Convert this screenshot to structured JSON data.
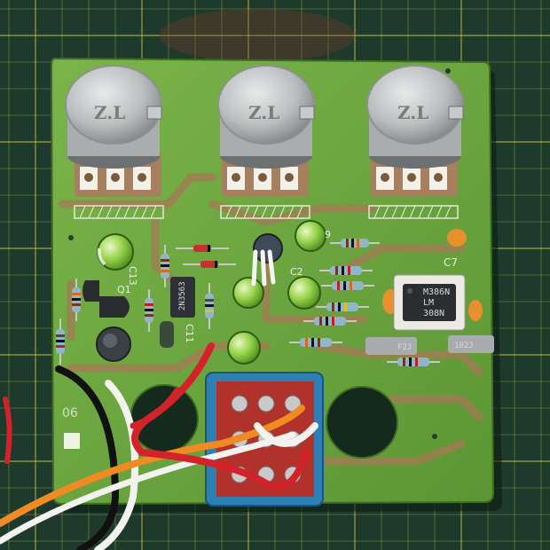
{
  "board": {
    "labels": {
      "c13": "C13",
      "q1": "Q1",
      "c11": "C11",
      "c2": "C2",
      "c7": "C7",
      "nine": "9",
      "pot_marks": [
        "Z.L",
        "Z.L",
        "Z.L"
      ],
      "ic_top": "M386N",
      "ic_mid": "LM",
      "ic_bot": "308N",
      "transistor_code": "2N3563",
      "edge_code": "06",
      "film_cap_a": "F2J",
      "film_cap_b": "102J"
    },
    "colors": {
      "mat": "#1d3a2c",
      "mat_grid": "#c4c94a",
      "pcb": "#6ea83f",
      "trace": "#a57a55",
      "pot_metal": "#bfc3c4",
      "wire_red": "#d3222a",
      "wire_orange": "#f08a23",
      "wire_white": "#f2f2ee",
      "wire_black": "#111111",
      "footswitch": "#2d7fb4"
    }
  }
}
